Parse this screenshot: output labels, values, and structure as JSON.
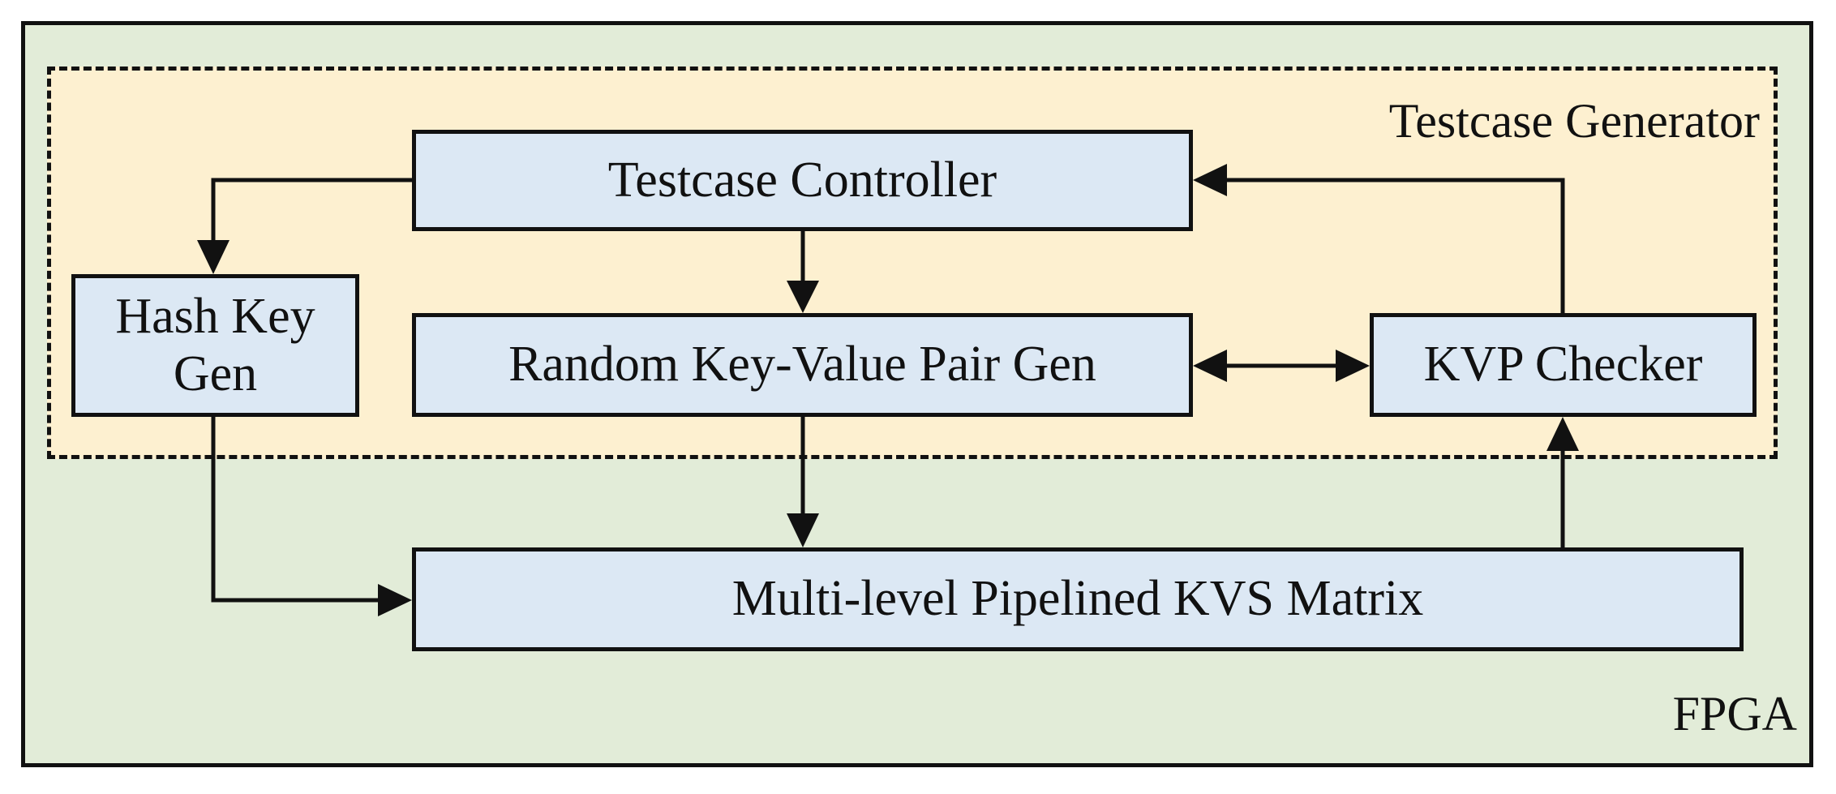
{
  "colors": {
    "fpga_fill": "#e2ecd8",
    "generator_fill": "#fdf0d0",
    "block_fill": "#dce8f4",
    "stroke": "#111111"
  },
  "fpga": {
    "label": "FPGA"
  },
  "testcase_generator": {
    "label": "Testcase Generator"
  },
  "blocks": {
    "testcase_controller": "Testcase Controller",
    "hash_key_gen_line1": "Hash Key",
    "hash_key_gen_line2": "Gen",
    "random_kvp_gen": "Random Key-Value Pair Gen",
    "kvp_checker": "KVP Checker",
    "kvs_matrix": "Multi-level Pipelined KVS Matrix"
  }
}
